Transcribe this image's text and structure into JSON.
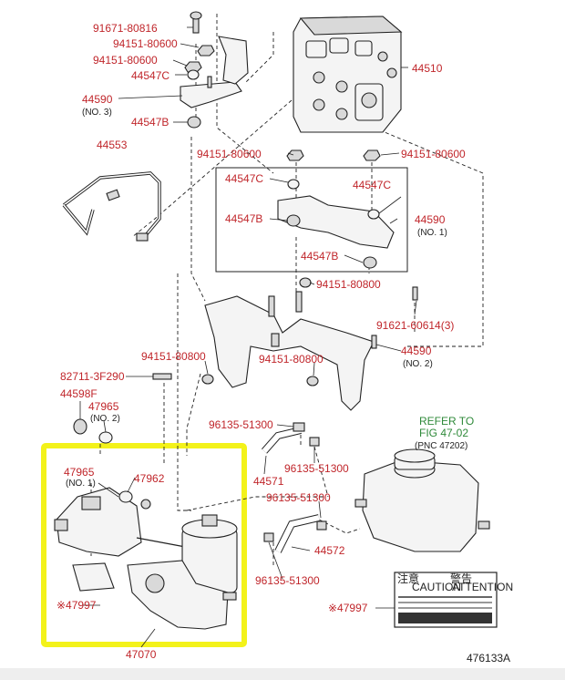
{
  "labels": {
    "p91671_80816": "91671-80816",
    "p94151_80600_a": "94151-80600",
    "p94151_80600_b": "94151-80600",
    "p44547c_top": "44547C",
    "p44590_top": "44590",
    "p44590_top_note": "(NO. 3)",
    "p44547b_top": "44547B",
    "p44510": "44510",
    "p44553": "44553",
    "p94151_80600_c": "94151-80600",
    "p94151_80600_d": "94151-80600",
    "p44547c_mid_l": "44547C",
    "p44547c_mid_r": "44547C",
    "p44547b_mid": "44547B",
    "p44590_mid": "44590",
    "p44590_mid_note": "(NO. 1)",
    "p44547b_mid2": "44547B",
    "p94151_80800_a": "94151-80800",
    "p91621_60614": "91621-60614(3)",
    "p94151_80800_b": "94151-80800",
    "p94151_80800_c": "94151-80800",
    "p44590_low": "44590",
    "p44590_low_note": "(NO. 2)",
    "p82711_3f290": "82711-3F290",
    "p44598f": "44598F",
    "p47965_a": "47965",
    "p47965_a_note": "(NO. 2)",
    "p96135_51300_a": "96135-51300",
    "refer_line1": "REFER TO",
    "refer_line2": "FIG 47-02",
    "refer_line3": "(PNC 47202)",
    "p44571": "44571",
    "p96135_51300_b": "96135-51300",
    "p47965_b": "47965",
    "p47965_b_note": "(NO. 1)",
    "p47962": "47962",
    "p96135_51300_c": "96135-51300",
    "p44572": "44572",
    "p96135_51300_d": "96135-51300",
    "p47997_a": "※47997",
    "p47997_b": "※47997",
    "p47070": "47070",
    "fig_id": "476133A",
    "caution_left": "CAUTION",
    "attention_right": "ATTENTION"
  },
  "colors": {
    "part_number": "#c0262b",
    "reference": "#2f8a3a",
    "highlight": "#f3f21a",
    "line": "#222222"
  }
}
